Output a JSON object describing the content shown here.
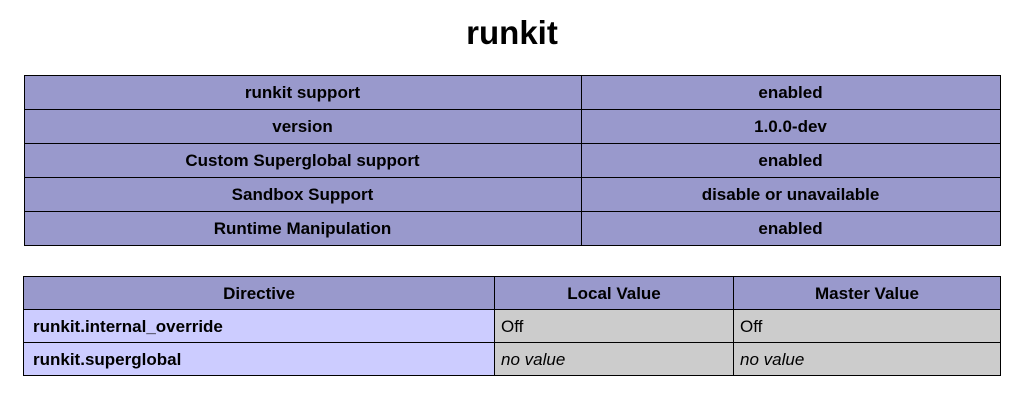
{
  "page": {
    "title": "runkit"
  },
  "module_table": {
    "name": "runkit-module-info",
    "rows": [
      {
        "label": "runkit support",
        "value": "enabled"
      },
      {
        "label": "version",
        "value": "1.0.0-dev"
      },
      {
        "label": "Custom Superglobal support",
        "value": "enabled"
      },
      {
        "label": "Sandbox Support",
        "value": "disable or unavailable"
      },
      {
        "label": "Runtime Manipulation",
        "value": "enabled"
      }
    ]
  },
  "directive_table": {
    "name": "runkit-directives",
    "headers": {
      "directive": "Directive",
      "local": "Local Value",
      "master": "Master Value"
    },
    "rows": [
      {
        "directive": "runkit.internal_override",
        "local": "Off",
        "master": "Off",
        "italic": false
      },
      {
        "directive": "runkit.superglobal",
        "local": "no value",
        "master": "no value",
        "italic": true
      }
    ]
  },
  "colors": {
    "header_purple": "#9999cc",
    "directive_lavender": "#ccccff",
    "value_gray": "#cccccc",
    "border": "#000000",
    "background": "#ffffff",
    "text": "#000000"
  }
}
